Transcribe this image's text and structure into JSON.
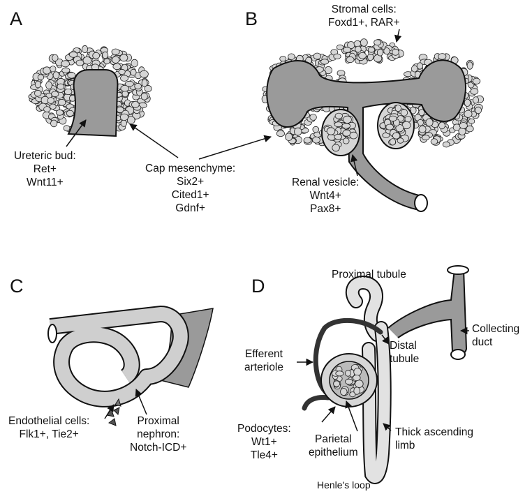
{
  "panels": {
    "a": {
      "letter": "A",
      "ureteric_bud": {
        "title": "Ureteric bud:",
        "markers": [
          "Ret+",
          "Wnt11+"
        ]
      },
      "cap_mesenchyme": {
        "title": "Cap mesenchyme:",
        "markers": [
          "Six2+",
          "Cited1+",
          "Gdnf+"
        ]
      }
    },
    "b": {
      "letter": "B",
      "stromal": {
        "title": "Stromal cells:",
        "markers": [
          "Foxd1+, RAR+"
        ]
      },
      "renal_vesicle": {
        "title": "Renal vesicle:",
        "markers": [
          "Wnt4+",
          "Pax8+"
        ]
      }
    },
    "c": {
      "letter": "C",
      "endothelial": {
        "title": "Endothelial cells:",
        "markers": [
          "Flk1+, Tie2+"
        ]
      },
      "proximal_nephron": {
        "lines": [
          "Proximal",
          "nephron:",
          "Notch-ICD+"
        ]
      }
    },
    "d": {
      "letter": "D",
      "proximal_tubule": "Proximal tubule",
      "collecting_duct": [
        "Collecting",
        "duct"
      ],
      "efferent_arteriole": [
        "Efferent",
        "arteriole"
      ],
      "distal_tubule": [
        "Distal",
        "tubule"
      ],
      "podocytes": {
        "title": "Podocytes:",
        "markers": [
          "Wt1+",
          "Tle4+"
        ]
      },
      "parietal_epithelium": [
        "Parietal",
        "epithelium"
      ],
      "thick_ascending_limb": [
        "Thick ascending",
        "limb"
      ],
      "henles_loop": "Henle's loop"
    }
  },
  "colors": {
    "tissue_gray": "#9a9a9a",
    "cell_fill": "#d6d6d6",
    "line": "#111111",
    "light_tubule": "#e2e2e2"
  }
}
